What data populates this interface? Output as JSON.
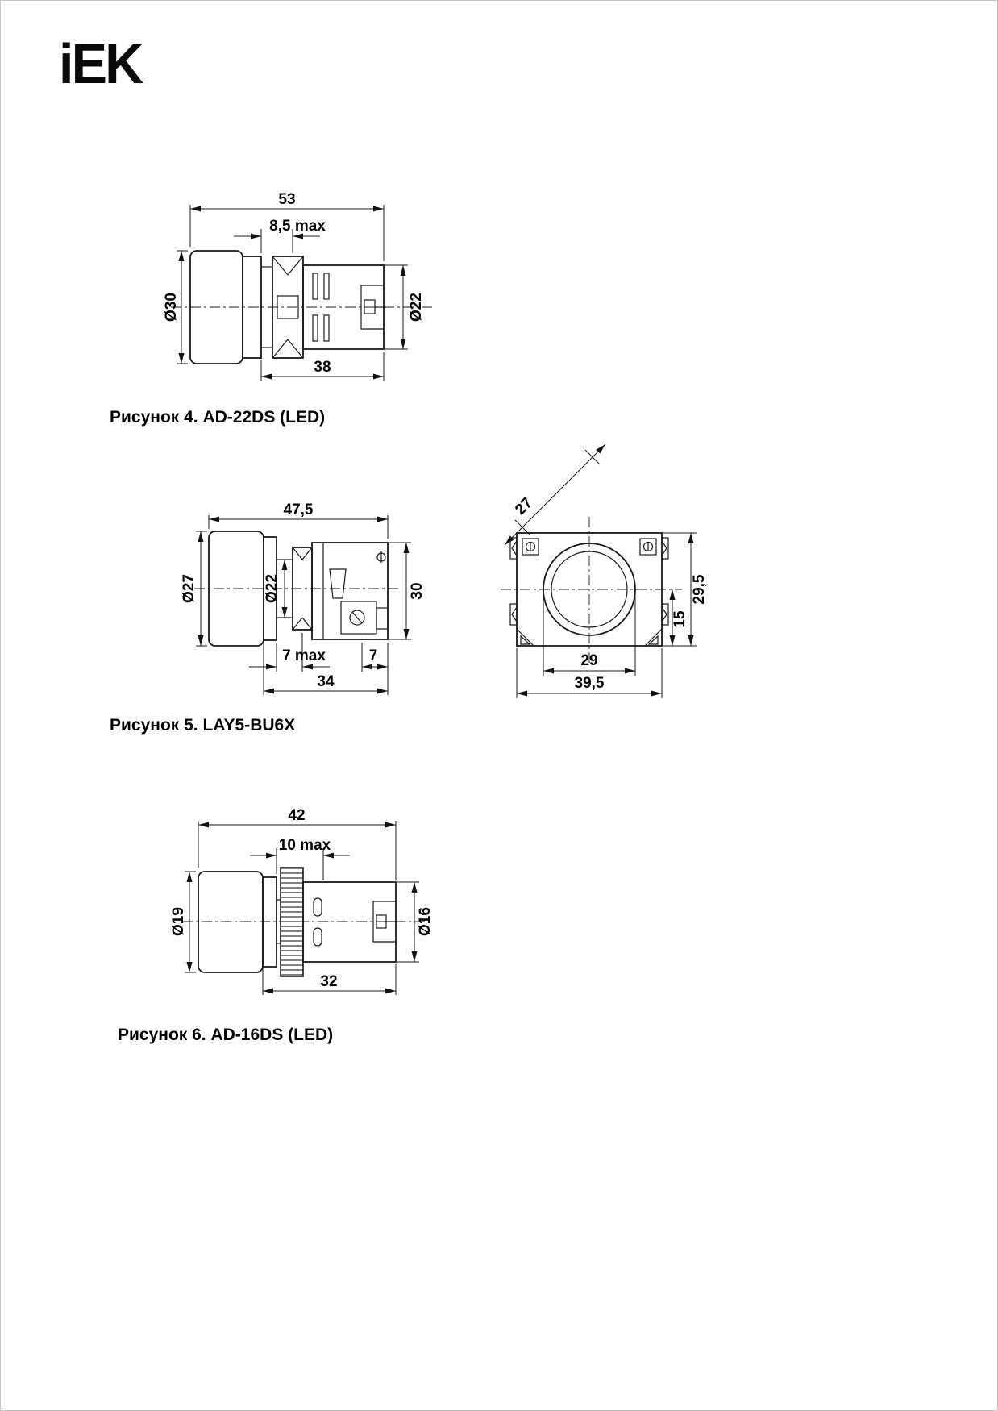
{
  "logo": {
    "text": "iEK"
  },
  "figures": {
    "fig4": {
      "caption": "Рисунок 4. AD-22DS (LED)",
      "dims": {
        "total_width": "53",
        "panel_thickness": "8,5 max",
        "lens_diameter": "Ø30",
        "body_diameter": "Ø22",
        "body_length": "38"
      }
    },
    "fig5": {
      "caption": "Рисунок 5. LAY5-BU6X",
      "side_dims": {
        "total_width": "47,5",
        "lens_diameter": "Ø27",
        "thread_diameter": "Ø22",
        "body_height": "30",
        "panel_thickness": "7 max",
        "tab_length": "7",
        "body_length": "34"
      },
      "front_dims": {
        "corner_size": "27",
        "total_height": "29,5",
        "center_to_bottom": "15",
        "hole_width": "29",
        "total_width": "39,5"
      }
    },
    "fig6": {
      "caption": "Рисунок 6. AD-16DS (LED)",
      "dims": {
        "total_width": "42",
        "panel_thickness": "10 max",
        "lens_diameter": "Ø19",
        "body_diameter": "Ø16",
        "body_length": "32"
      }
    }
  }
}
